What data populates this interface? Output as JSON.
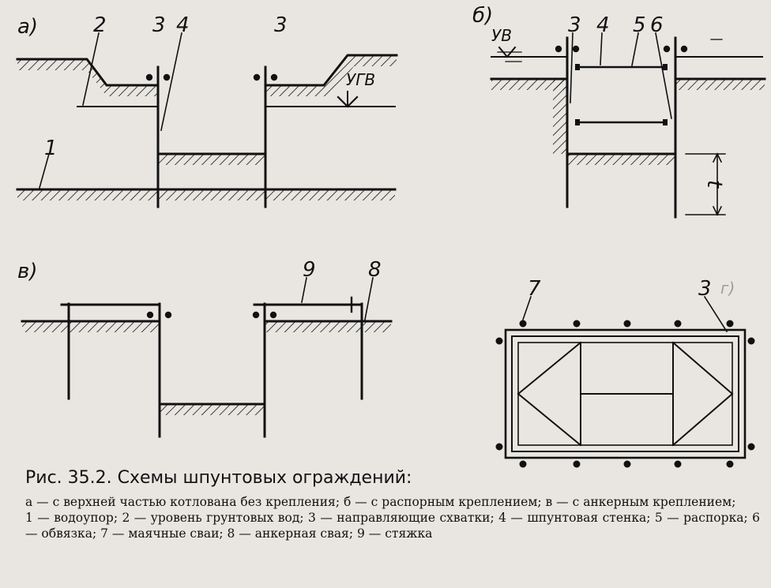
{
  "labels": {
    "a": "а)",
    "b": "б)",
    "v": "в)",
    "g": "г)",
    "ugv": "УГВ",
    "uv": "УВ",
    "t": "t",
    "n1": "1",
    "n2": "2",
    "n3": "3",
    "n4": "4",
    "n5": "5",
    "n6": "6",
    "n7": "7",
    "n8": "8",
    "n9": "9"
  },
  "caption": {
    "title": "Рис. 35.2. Схемы шпунтовых ограждений:",
    "line1": "а — с верхней частью котлована без крепления; б — с распорным креплением; в — с анкерным креплением;",
    "line2": "1 — водоупор; 2 — уровень грунтовых вод; 3 — направляющие схватки; 4 — шпунтовая стенка; 5 — распорка; 6 — обвязка; 7 — маячные сваи; 8 — анкерная свая; 9 — стяжка"
  },
  "colors": {
    "ink": "#111111",
    "paper": "#e9e6e2"
  }
}
